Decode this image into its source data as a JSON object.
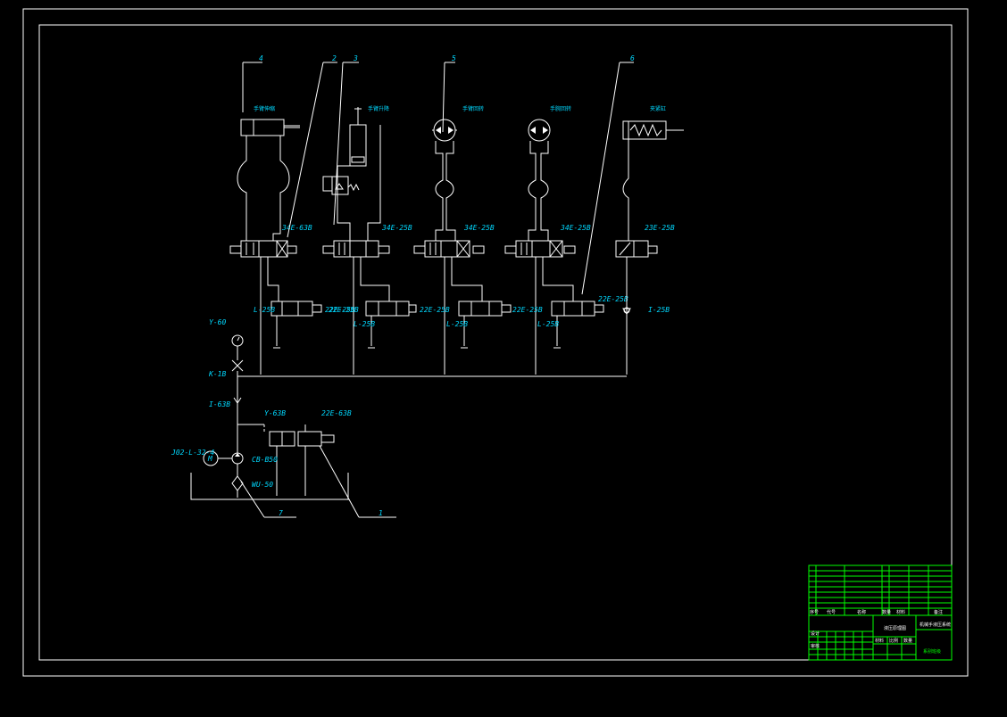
{
  "actuators": [
    {
      "name": "手臂伸缩"
    },
    {
      "name": "手臂升降"
    },
    {
      "name": "手臂回转"
    },
    {
      "name": "手腕回转"
    },
    {
      "name": "夹紧缸"
    }
  ],
  "valves": {
    "v1": "34E-63B",
    "v2": "34E-25B",
    "v3": "34E-25B",
    "v4": "34E-25B",
    "v5": "23E-25B",
    "s1": "22E-25B",
    "s2": "22E-25B",
    "s3": "22E-25B",
    "s4": "22E-25B",
    "pump_unload": "22E-63B"
  },
  "flow_valves": [
    "L-25B",
    "L-25B",
    "L-25B",
    "L-25B"
  ],
  "check_valve_top": "I-25B",
  "pressure_gauge": "Y-60",
  "gauge_switch": "K-1B",
  "check_valve_pump": "I-63B",
  "relief_valve": "Y-63B",
  "pump": "CB-B50",
  "motor": "J02-L-32-4",
  "filter": "WU-50",
  "leader_numbers": [
    "4",
    "2",
    "3",
    "5",
    "6",
    "7",
    "1"
  ],
  "title_block": {
    "drawing_title": "机械手液压系统",
    "sub_title": "液压原理图",
    "material": "材料",
    "scale": "比例",
    "quantity": "数量",
    "drawn": "设计",
    "checked": "审核",
    "school": "系别班级",
    "header_no": "序号",
    "header_code": "代号",
    "header_name": "名称",
    "header_qty": "数量",
    "header_mat": "材料",
    "header_note": "备注"
  }
}
